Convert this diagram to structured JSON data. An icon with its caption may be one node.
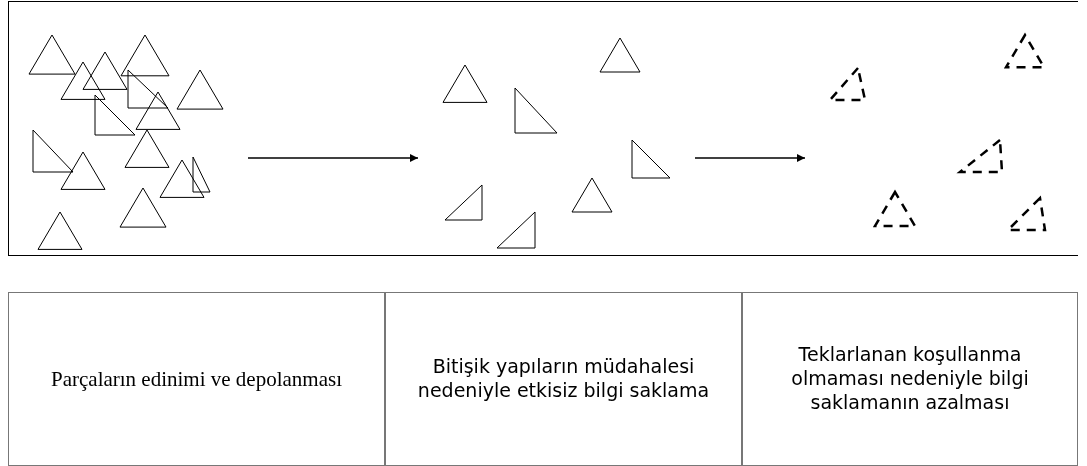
{
  "diagram": {
    "nodes": [
      {
        "text": [],
        "shape": "picture"
      },
      {
        "text": [],
        "shape": "picture"
      },
      {
        "text": [],
        "shape": "picture"
      }
    ],
    "edges": [
      {
        "from": 0,
        "to": 1,
        "arrow": "to"
      },
      {
        "from": 1,
        "to": 2,
        "arrow": "to"
      }
    ],
    "labels": [
      "Parçaların edinimi ve depolanması",
      "Bitişik yapıların müdahalesi nedeniyle etkisiz bilgi saklama",
      "Teklarlanan koşullanma olmaması nedeniyle bilgi saklamanın azalması"
    ]
  }
}
